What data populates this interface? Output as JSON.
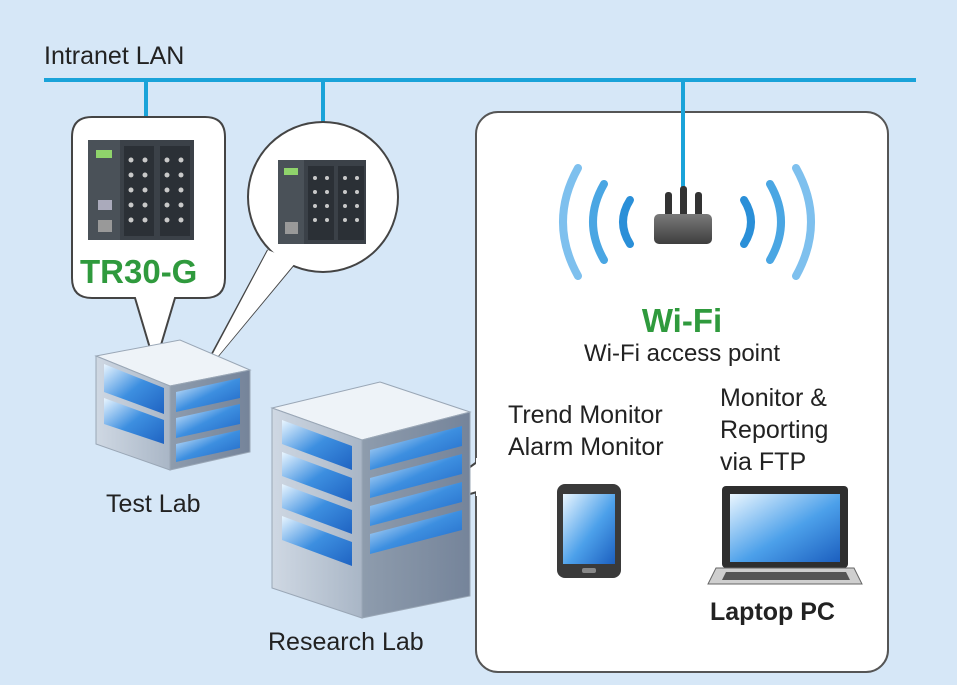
{
  "network": {
    "lan_label": "Intranet LAN"
  },
  "logger": {
    "model": "TR30-G"
  },
  "sites": {
    "test_lab": "Test Lab",
    "research_lab": "Research Lab"
  },
  "wireless": {
    "title": "Wi-Fi",
    "subtitle": "Wi-Fi access point"
  },
  "tablet_features": [
    "Trend Monitor",
    "Alarm Monitor"
  ],
  "laptop_features": [
    "Monitor &",
    "Reporting",
    "via FTP"
  ],
  "laptop": {
    "label": "Laptop PC"
  },
  "colors": {
    "background": "#d6e7f7",
    "lan_line": "#1aa3d9",
    "accent_green": "#2f9a3d",
    "wave": "#2a8fd8"
  },
  "icons": [
    "data-logger-icon",
    "router-icon",
    "wifi-wave-icon",
    "building-icon",
    "tablet-icon",
    "laptop-icon"
  ]
}
